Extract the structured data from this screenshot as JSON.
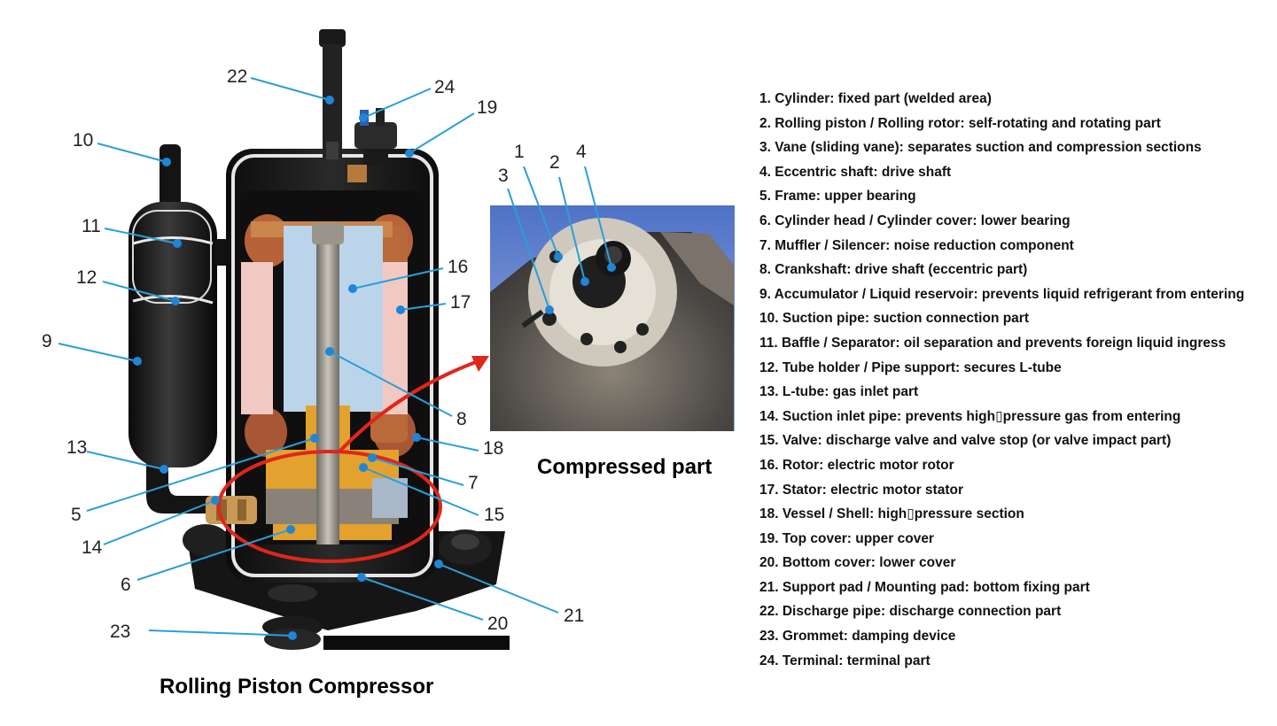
{
  "main_caption": "Rolling Piston Compressor",
  "sub_caption": "Compressed part",
  "inset_labels": [
    "1",
    "2",
    "3",
    "4"
  ],
  "callouts": [
    "22",
    "24",
    "19",
    "10",
    "11",
    "12",
    "9",
    "16",
    "17",
    "8",
    "18",
    "13",
    "7",
    "5",
    "15",
    "14",
    "6",
    "21",
    "23",
    "20"
  ],
  "legend": [
    "1. Cylinder: fixed part (welded area)",
    "2.  Rolling piston / Rolling rotor: self-rotating and rotating part",
    "3.  Vane (sliding vane): separates suction and compression sections",
    "4.  Eccentric shaft: drive shaft",
    "5.  Frame: upper bearing",
    "6.  Cylinder head / Cylinder cover: lower bearing",
    "7.  Muffler / Silencer: noise reduction component",
    "8.  Crankshaft: drive shaft (eccentric part)",
    "9. Accumulator / Liquid reservoir: prevents liquid refrigerant from entering",
    "10.  Suction pipe: suction connection part",
    "11.  Baffle / Separator: oil separation and prevents foreign liquid ingress",
    "12.  Tube holder / Pipe support: secures L-tube",
    "13.  L-tube: gas inlet part",
    "14. Suction inlet pipe: prevents high▯pressure gas from entering",
    "15.  Valve: discharge valve and valve stop (or valve impact part)",
    "16.  Rotor: electric motor rotor",
    "17.  Stator: electric motor stator",
    "18. Vessel / Shell: high▯pressure section",
    "19.  Top cover: upper cover",
    "20.  Bottom cover: lower cover",
    "21. Support pad / Mounting pad: bottom fixing part",
    "22. Discharge pipe: discharge connection part",
    "23.  Grommet: damping device",
    "24. Terminal: terminal part"
  ],
  "colors": {
    "leader": "#2a9fd8",
    "marker": "#1e86d6",
    "highlight": "#e0261b",
    "shell": "#141414",
    "winding": "#b86a3a",
    "rotor": "#bcd4ea",
    "stator": "#f1c9c2",
    "frame": "#e3a22d",
    "inset_background": "#5a7fd0"
  }
}
